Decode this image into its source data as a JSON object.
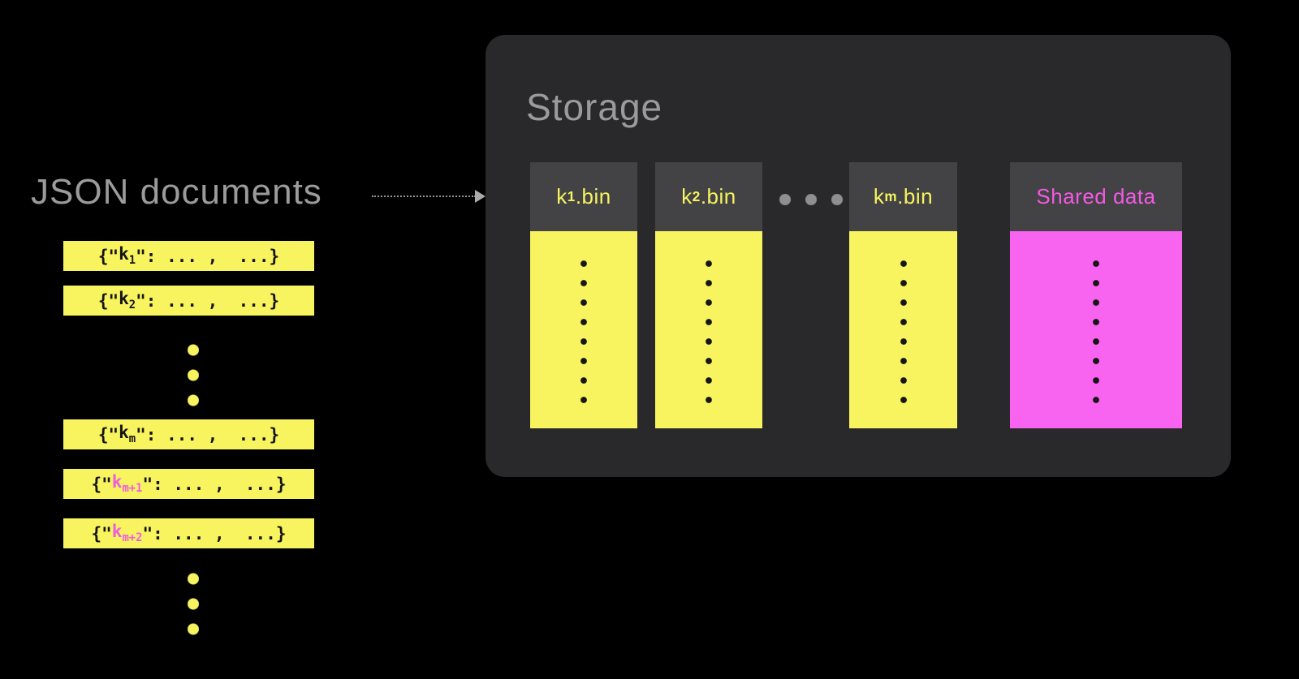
{
  "colors": {
    "background": "#000000",
    "yellow": "#F7F45F",
    "pink": "#F25AE3",
    "shared_body_pink": "#F863EF",
    "panel_bg": "#29292C",
    "bin_header_bg": "#434346",
    "gray_text": "#9B9B9B"
  },
  "left": {
    "title": "JSON documents",
    "rows": [
      {
        "open": "{\"",
        "key": "k",
        "sub": "1",
        "rest": "\": ... ,  ...}"
      },
      {
        "open": "{\"",
        "key": "k",
        "sub": "2",
        "rest": "\": ... ,  ...}"
      },
      {
        "open": "{\"",
        "key": "k",
        "sub": "m",
        "rest": "\": ... ,  ...}"
      },
      {
        "open": "{\"",
        "key": "k",
        "sub": "m+1",
        "rest": "\": ... ,  ...}"
      },
      {
        "open": "{\"",
        "key": "k",
        "sub": "m+2",
        "rest": "\": ... ,  ...}"
      }
    ]
  },
  "storage": {
    "title": "Storage",
    "bins": [
      {
        "key": "k",
        "sub": "1",
        "suffix": ".bin"
      },
      {
        "key": "k",
        "sub": "2",
        "suffix": ".bin"
      },
      {
        "key": "k",
        "sub": "m",
        "suffix": ".bin"
      },
      {
        "label": "Shared data"
      }
    ]
  }
}
